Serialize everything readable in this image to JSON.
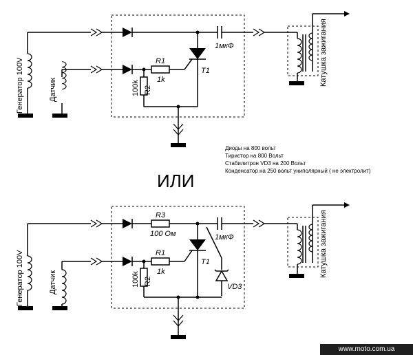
{
  "circuit_top": {
    "generator_label": "Генератор 100V",
    "sensor_label": "Датчик",
    "coil_label": "Катушка зажигания",
    "capacitor_label": "1мкФ",
    "r1_name": "R1",
    "r1_value": "1k",
    "r2_name": "R2",
    "r2_value": "100k",
    "thyristor_label": "T1"
  },
  "notes": [
    "Диоды на 800 вольт",
    "Тиристор на 800 Вольт",
    "Стабилитрон VD3 на 200 Вольт",
    "Конденсатор на 250 вольт униполярный  ( не электролит)"
  ],
  "separator_label": "ИЛИ",
  "circuit_bottom": {
    "generator_label": "Генератор 100V",
    "sensor_label": "Датчик",
    "coil_label": "Катушка зажигания",
    "capacitor_label": "1мкФ",
    "r3_name": "R3",
    "r3_value": "100 Ом",
    "r1_name": "R1",
    "r1_value": "1k",
    "r2_name": "R2",
    "r2_value": "100k",
    "thyristor_label": "T1",
    "zener_label": "VD3"
  },
  "watermark": "www.moto.com.ua"
}
